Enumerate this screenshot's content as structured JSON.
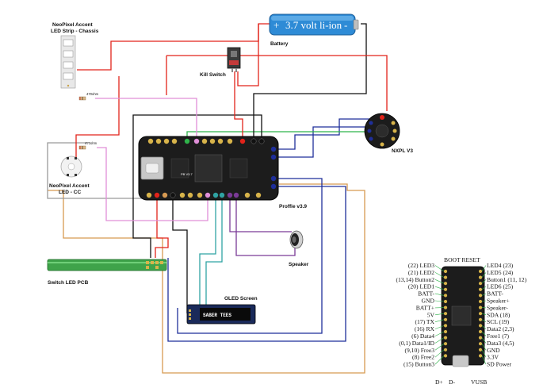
{
  "labels": {
    "neopixel_strip": [
      "NeoPixel Accent",
      "LED Strip - Chassis"
    ],
    "battery_label": "Battery",
    "battery_text": "3.7 volt li-ion",
    "battery_plus": "+",
    "battery_minus": "-",
    "kill_switch": "Kill Switch",
    "resistor_1": "470ohm",
    "resistor_2": "470ohm",
    "neopixel_led": [
      "NeoPixel Accent",
      "LED - CC"
    ],
    "nxpl": "NXPL V3",
    "proffie": "Proffie v3.9",
    "proffie_board_text": "PB V3.7",
    "speaker": "Speaker",
    "switch_pcb": "Switch LED PCB",
    "oled": "OLED Screen",
    "oled_display": "SABER TEES"
  },
  "pinout": {
    "top": "BOOT RESET",
    "left": [
      "(22) LED3",
      "(21) LED2",
      "(13,14) Button2",
      "(20) LED1",
      "BATT-",
      "GND",
      "BATT+",
      "5V",
      "(17) TX",
      "(16) RX",
      "(6) Data4",
      "(0,1) Data1/ID",
      "(9,10) Free3",
      "(8) Free2",
      "(15) Button3"
    ],
    "right": [
      "LED4 (23)",
      "LED5 (24)",
      "Button1 (11, 12)",
      "LED6 (25)",
      "BATT-",
      "Speaker+",
      "Speaker-",
      "SDA (18)",
      "SCL (19)",
      "Data2 (2,3)",
      "Free1 (7)",
      "Data3 (4,5)",
      "GND",
      "3.3V",
      "SD Power"
    ],
    "bottom": [
      "D+",
      "D-",
      "VUSB"
    ]
  },
  "colors": {
    "red": "#e2231a",
    "black": "#111111",
    "pink": "#e08fd8",
    "green": "#2fb34a",
    "navy": "#1f2f9a",
    "orange": "#d79a52",
    "teal": "#2fa3a3",
    "purple": "#7a3a96",
    "gray": "#9a9a9a",
    "board": "#1c1c1c",
    "battery": "#2e8bd6"
  }
}
